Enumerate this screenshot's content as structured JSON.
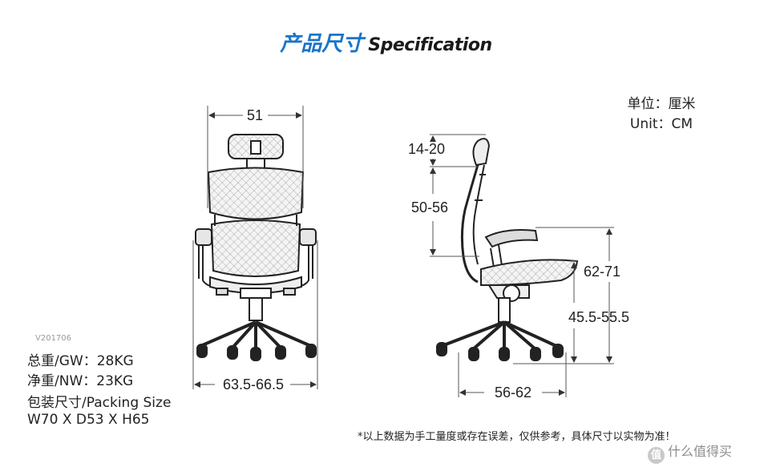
{
  "title": {
    "cn": "产品尺寸",
    "en": "Specification"
  },
  "unit": {
    "cn": "单位：厘米",
    "en": "Unit：CM"
  },
  "front": {
    "width_top": "51",
    "width_bottom": "63.5-66.5"
  },
  "side": {
    "headrest": "14-20",
    "back": "50-56",
    "arm_height": "62-71",
    "seat_height": "45.5-55.5",
    "depth": "56-62"
  },
  "version": "V201706",
  "specs": {
    "gw": "总重/GW：28KG",
    "nw": "净重/NW：23KG",
    "packing_label": "包装尺寸/Packing Size",
    "packing_value": "W70 X D53 X H65"
  },
  "note": "*以上数据为手工量度或存在误差，仅供参考，具体尺寸以实物为准！",
  "watermark": {
    "badge": "值",
    "text": "什么值得买"
  }
}
